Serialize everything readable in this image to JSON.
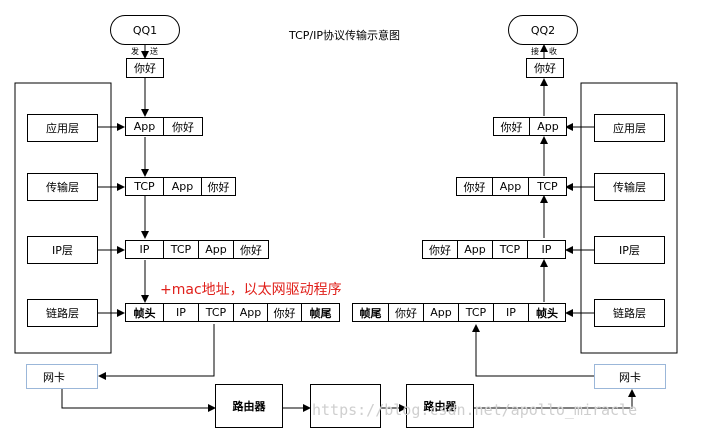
{
  "title": "TCP/IP协议传输示意图",
  "left_host": {
    "name": "QQ1",
    "label_send": "发",
    "label_send2": "送",
    "data": "你好",
    "layers": [
      "应用层",
      "传输层",
      "IP层",
      "链路层"
    ],
    "rows": {
      "app": [
        "App",
        "你好"
      ],
      "tcp": [
        "TCP",
        "App",
        "你好"
      ],
      "ip": [
        "IP",
        "TCP",
        "App",
        "你好"
      ],
      "link": [
        "帧头",
        "IP",
        "TCP",
        "App",
        "你好",
        "帧尾"
      ]
    },
    "nic": "网卡"
  },
  "right_host": {
    "name": "QQ2",
    "label_recv": "接",
    "label_recv2": "收",
    "data": "你好",
    "layers": [
      "应用层",
      "传输层",
      "IP层",
      "链路层"
    ],
    "rows": {
      "app": [
        "你好",
        "App"
      ],
      "tcp": [
        "你好",
        "App",
        "TCP"
      ],
      "ip": [
        "你好",
        "App",
        "TCP",
        "IP"
      ],
      "link": [
        "帧尾",
        "你好",
        "App",
        "TCP",
        "IP",
        "帧头"
      ]
    },
    "nic": "网卡"
  },
  "annotation": "+mac地址，以太网驱动程序",
  "routers": [
    "路由器",
    "路由器"
  ],
  "watermark": "https://blog.csdn.net/apollo_miracle"
}
